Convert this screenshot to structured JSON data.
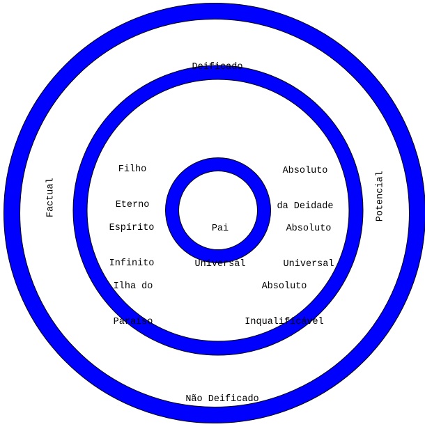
{
  "colors": {
    "ring": "#0000ff",
    "ring_outline": "#000000",
    "text": "#000000",
    "background": "#ffffff"
  },
  "labels": {
    "outer_top": "Deificado",
    "outer_bottom": "Não Deificado",
    "outer_left": "Factual",
    "outer_right": "Potencial",
    "son": [
      "Filho",
      "Eterno"
    ],
    "deity_absolute": [
      "Absoluto",
      "da Deidade"
    ],
    "spirit": [
      "Espírito",
      "Infinito"
    ],
    "universal_absolute": [
      "Absoluto",
      "Universal"
    ],
    "paradise": [
      "Ilha do",
      "Paraíso"
    ],
    "unqualified_absolute": [
      "Absoluto",
      "Inqualificável"
    ],
    "center": [
      "Pai",
      "Universal"
    ]
  }
}
